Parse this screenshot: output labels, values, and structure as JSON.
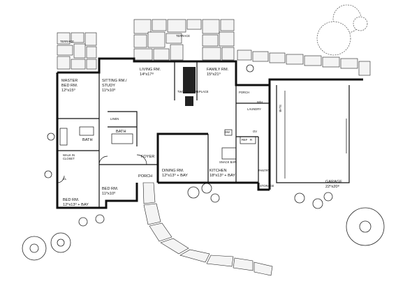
{
  "plan": {
    "terraces": {
      "left": "TERRACE",
      "top": "TERRACE"
    },
    "rooms": {
      "master_bed": {
        "name_line1": "MASTER",
        "name_line2": "BED RM.",
        "dims": "12⁰x15⁰"
      },
      "sitting": {
        "name_line1": "SITTING RM./",
        "name_line2": "STUDY",
        "dims": "11⁰x10⁰"
      },
      "living": {
        "name": "LIVING RM.",
        "dims": "14⁰x17⁸"
      },
      "family": {
        "name": "FAMILY RM.",
        "dims": "15⁰x21⁰"
      },
      "bath_upper": {
        "name": "BATH"
      },
      "bath_lower": {
        "name": "BATH"
      },
      "walk_in_closet": {
        "name_line1": "WALK IN",
        "name_line2": "CLOSET"
      },
      "linen": {
        "name": "LINEN"
      },
      "foyer": {
        "name": "FOYER"
      },
      "porch_front": {
        "name": "PORCH"
      },
      "porch_rear": {
        "name": "PORCH"
      },
      "laundry": {
        "name": "LAUNDRY"
      },
      "wh": {
        "name": "W/H"
      },
      "dining": {
        "name": "DINING RM.",
        "dims": "12⁰x13⁰ + BAY"
      },
      "kitchen": {
        "name": "KITCHEN",
        "dims": "18⁰x13⁰ + BAY"
      },
      "snack_bar": {
        "name": "SNACK BAR"
      },
      "pantry": {
        "name": "PANTRY"
      },
      "storage": {
        "name": "STORAGE"
      },
      "bed_left": {
        "name": "BED RM.",
        "dims": "12⁰x13⁰ + BAY"
      },
      "bed_right": {
        "name": "BED RM.",
        "dims": "11⁰x10⁰"
      },
      "garage": {
        "name": "GARAGE",
        "dims": "22⁰x20⁸"
      },
      "slab": {
        "name": "SLAB"
      }
    },
    "fixtures": {
      "fireplace": "TWO-WAY FIREPLACE",
      "closet_mark": "CL",
      "ref": "REF",
      "dw": "DW",
      "range": "R",
      "oven": "OV"
    }
  }
}
